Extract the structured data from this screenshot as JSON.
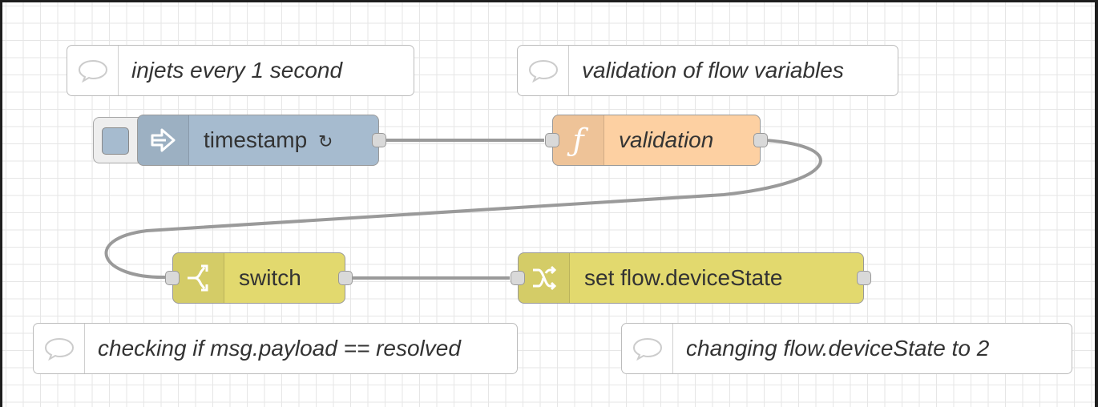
{
  "colors": {
    "inject": "#a6bbcf",
    "function": "#fdd0a2",
    "switch": "#e2d96e",
    "change": "#e2d96e",
    "wire": "#9a9a9a"
  },
  "comments": [
    {
      "text": "injets every 1 second",
      "icon": "comment-icon"
    },
    {
      "text": "validation of flow variables",
      "icon": "comment-icon"
    },
    {
      "text": "checking if msg.payload == resolved",
      "icon": "comment-icon"
    },
    {
      "text": "changing flow.deviceState to 2",
      "icon": "comment-icon"
    }
  ],
  "nodes": {
    "inject": {
      "label": "timestamp",
      "repeat_glyph": "↻",
      "icon": "inject-arrow-icon"
    },
    "function": {
      "label": "validation",
      "icon": "function-icon"
    },
    "switch": {
      "label": "switch",
      "icon": "switch-icon"
    },
    "change": {
      "label": "set flow.deviceState",
      "icon": "change-icon"
    }
  }
}
